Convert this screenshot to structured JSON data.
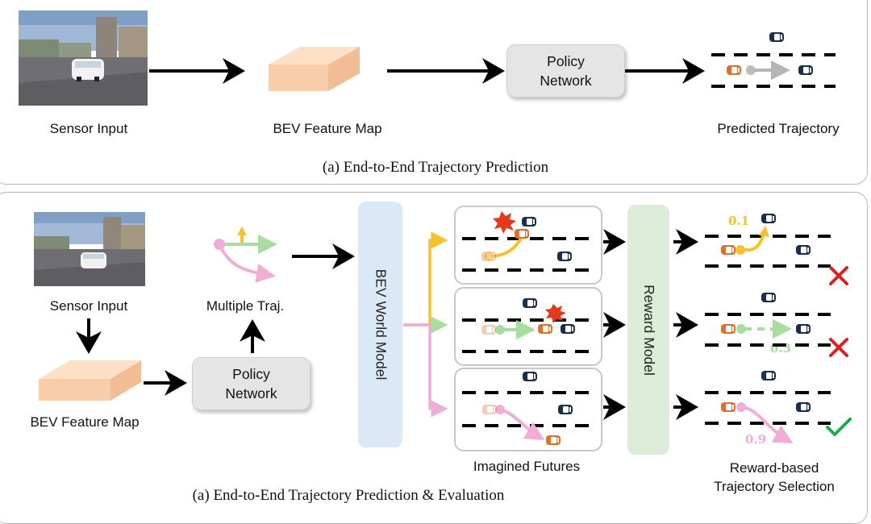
{
  "top": {
    "sensor_label": "Sensor Input",
    "bev_label": "BEV Feature Map",
    "policy_line1": "Policy",
    "policy_line2": "Network",
    "predicted_label": "Predicted Trajectory",
    "caption": "(a)  End-to-End Trajectory Prediction"
  },
  "bottom": {
    "sensor_label": "Sensor Input",
    "bev_label": "BEV Feature Map",
    "policy_line1": "Policy",
    "policy_line2": "Network",
    "multi_traj_label": "Multiple Traj.",
    "world_model_label": "BEV World Model",
    "reward_model_label": "Reward Model",
    "imagined_label": "Imagined Futures",
    "selection_line1": "Reward-based",
    "selection_line2": "Trajectory Selection",
    "caption": "(a)  End-to-End Trajectory Prediction & Evaluation",
    "scores": [
      "0.1",
      "0.3",
      "0.9"
    ]
  },
  "colors": {
    "yellow": "#f5c12e",
    "green": "#a8dca0",
    "pink": "#f0aed6",
    "ego_car": "#d9722f",
    "other_car": "#1c2e4a",
    "bev_map": "#f9cda9",
    "world_model": "#dbe8f6",
    "reward_model": "#dcecd6",
    "cross": "#e02020",
    "check": "#1faa4a"
  },
  "icons": [
    "car-icon",
    "collision-icon",
    "cross-icon",
    "check-icon"
  ]
}
